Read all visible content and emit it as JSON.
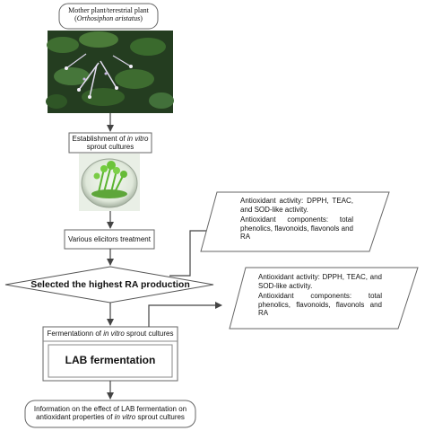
{
  "nodes": {
    "mother_plant": {
      "line1": "Mother plant/terestrial plant",
      "line2": "Orthosiphon aristatus"
    },
    "establishment": {
      "prefix": "Establishment of ",
      "italic": "in vitro",
      "line2": "sprout cultures"
    },
    "elicitors": {
      "label": "Various elicitors treatment"
    },
    "decision": {
      "label": "Selected the highest RA production"
    },
    "fermentation": {
      "prefix": "Fermentationn of ",
      "italic": "in vitro",
      "suffix": " sprout cultures",
      "big": "LAB fermentation"
    },
    "information": {
      "line1": "Information on the effect of LAB fermentation on",
      "line2_prefix": "antioxidant properties of ",
      "line2_italic": "in vitro",
      "line2_suffix": " sprout cultures"
    }
  },
  "outputs": {
    "first": {
      "activity": "Antioxidant activity: DPPH, TEAC, and SOD-like activity.",
      "components": "Antioxidant components: total phenolics, flavonoids, flavonols and RA"
    },
    "second": {
      "activity": "Antioxidant activity: DPPH, TEAC, and SOD-like activity.",
      "components": "Antioxidant components: total phenolics, flavonoids, flavonols and RA"
    }
  },
  "colors": {
    "stroke": "#555555",
    "plant_dark": "#1f3a1c",
    "plant_leaf": "#3c6b2e",
    "flower": "#e9e4f2",
    "dish_bg": "#e8efe4",
    "sprout": "#6cc43a"
  }
}
